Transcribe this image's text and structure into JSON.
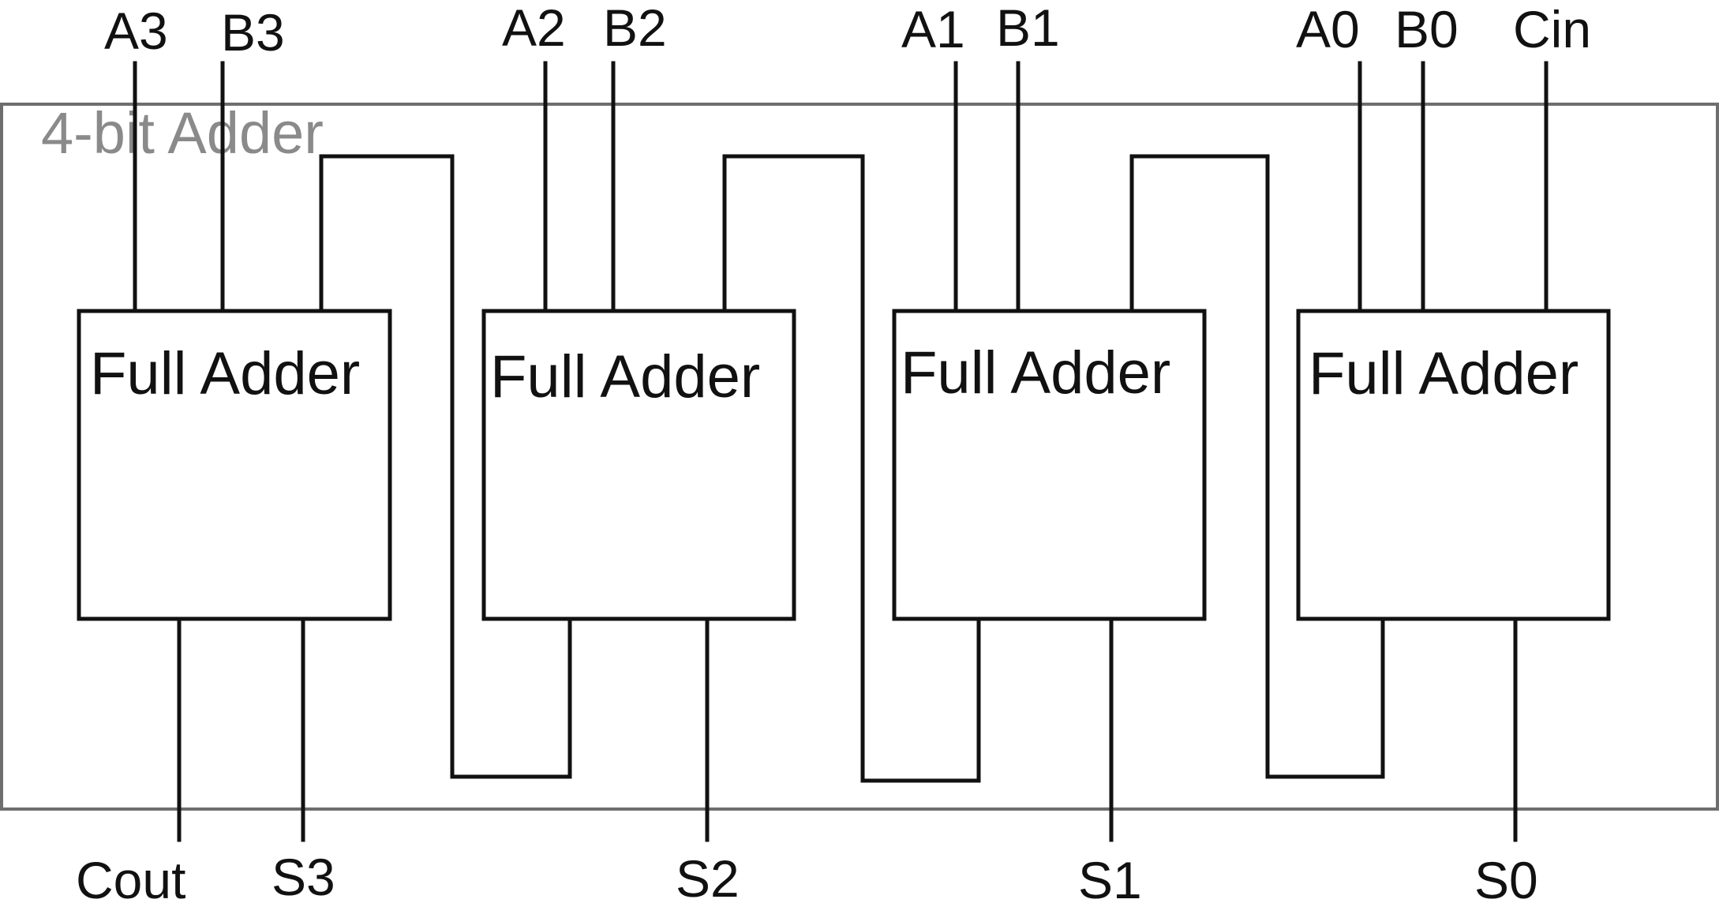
{
  "title": "4-bit Adder",
  "block_label": "Full Adder",
  "blocks": [
    {
      "id": "fa3",
      "label": "Full Adder"
    },
    {
      "id": "fa2",
      "label": "Full Adder"
    },
    {
      "id": "fa1",
      "label": "Full Adder"
    },
    {
      "id": "fa0",
      "label": "Full Adder"
    }
  ],
  "inputs": [
    "A3",
    "B3",
    "A2",
    "B2",
    "A1",
    "B1",
    "A0",
    "B0",
    "Cin"
  ],
  "outputs": [
    "Cout",
    "S3",
    "S2",
    "S1",
    "S0"
  ],
  "colors": {
    "wire": "#111111",
    "outer_box": "#6e6e6e",
    "title": "#8a8a8a"
  }
}
